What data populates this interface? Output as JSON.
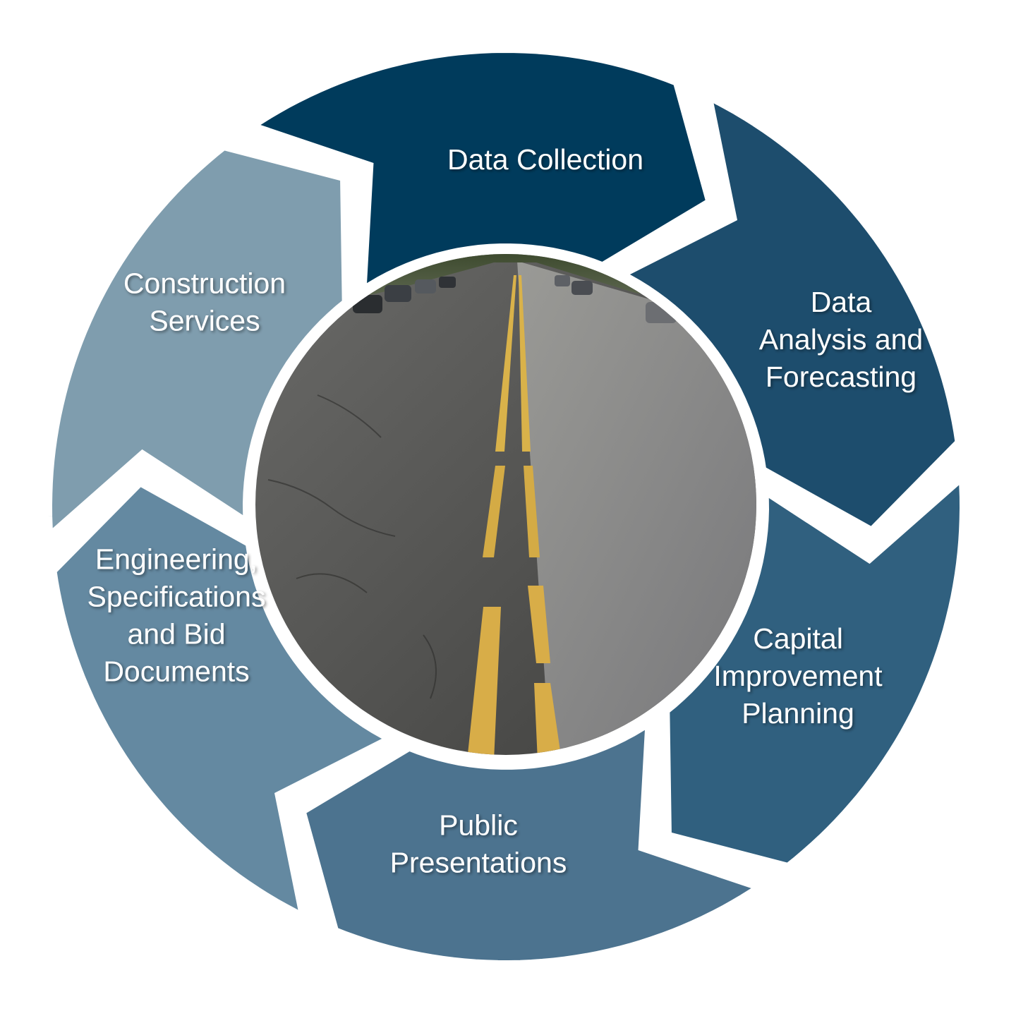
{
  "diagram": {
    "segments": [
      {
        "label": "Data Collection",
        "lines": [
          "Data Collection"
        ],
        "color": "#003b5c"
      },
      {
        "label": "Data Analysis and Forecasting",
        "lines": [
          "Data",
          "Analysis and",
          "Forecasting"
        ],
        "color": "#1d4d6d"
      },
      {
        "label": "Capital Improvement Planning",
        "lines": [
          "Capital",
          "Improvement",
          "Planning"
        ],
        "color": "#30607f"
      },
      {
        "label": "Public Presentations",
        "lines": [
          "Public",
          "Presentations"
        ],
        "color": "#4c738f"
      },
      {
        "label": "Engineering, Specifications and Bid Documents",
        "lines": [
          "Engineering,",
          "Specifications",
          "and Bid",
          "Documents"
        ],
        "color": "#6489a1"
      },
      {
        "label": "Construction Services",
        "lines": [
          "Construction",
          "Services"
        ],
        "color": "#7f9dae"
      }
    ],
    "center_image": "road-photo-double-yellow-line"
  }
}
